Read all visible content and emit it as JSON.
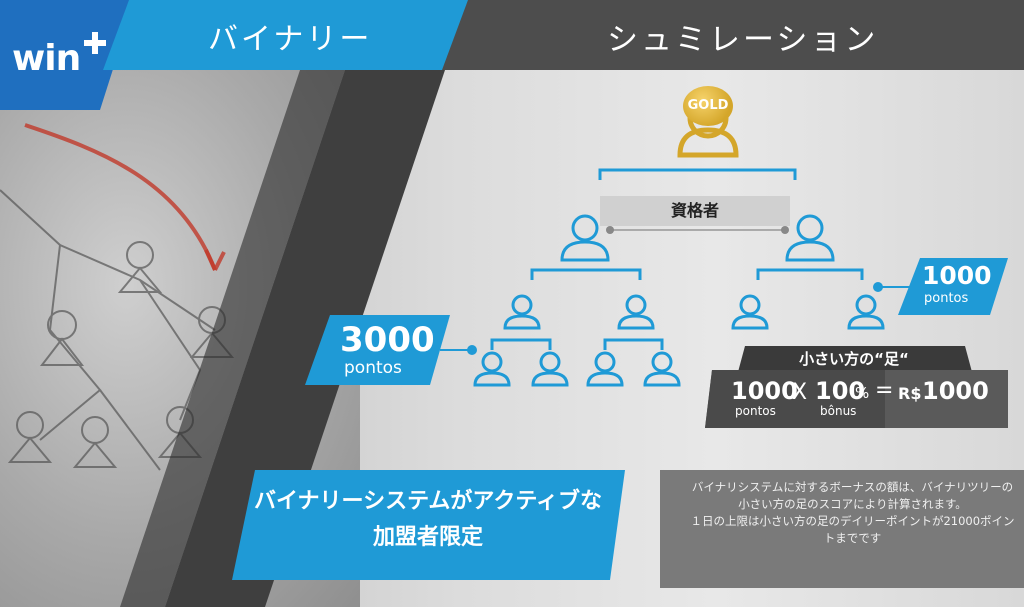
{
  "header": {
    "logo_text": "win",
    "left_title": "バイナリー",
    "right_title": "シュミレーション"
  },
  "tree": {
    "top_badge": "GOLD",
    "qualifier_label": "資格者"
  },
  "left_leg": {
    "points": "3000",
    "unit": "pontos"
  },
  "right_leg": {
    "points": "1000",
    "unit": "pontos"
  },
  "formula": {
    "title": "小さい方の“足“",
    "points": "1000",
    "points_unit": "pontos",
    "times": "X",
    "percent": "100",
    "percent_sign": "%",
    "percent_unit": "bônus",
    "equals": "=",
    "currency": "R$",
    "result": "1000"
  },
  "active_notice": "バイナリーシステムがアクティブな加盟者限定",
  "note": {
    "line1": "バイナリシステムに対するボーナスの額は、バイナリツリーの小さい方の足のスコアにより計算されます。",
    "line2": "１日の上限は小さい方の足のデイリーポイントが21000ポイントまでです"
  },
  "colors": {
    "blue": "#1f9ad6",
    "dark": "#4a4a4a",
    "gold": "#d4a62a"
  }
}
